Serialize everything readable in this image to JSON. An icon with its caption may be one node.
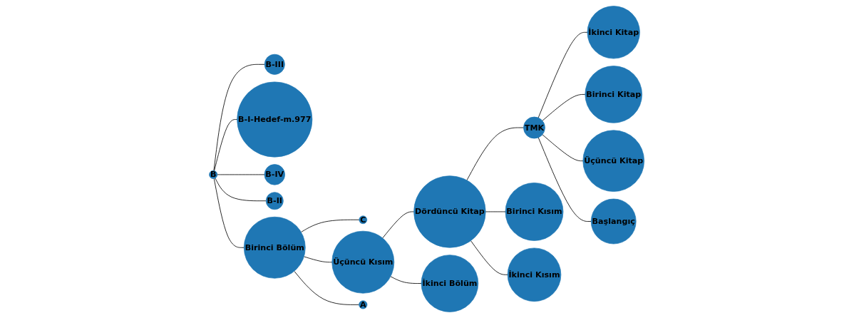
{
  "diagram": {
    "nodes": [
      {
        "text": [
          "B-III"
        ]
      },
      {
        "text": [
          "B-I-Hedef-m.977"
        ]
      },
      {
        "text": [
          "B-IV"
        ]
      },
      {
        "text": [
          "B"
        ]
      },
      {
        "text": [
          "B-II"
        ]
      },
      {
        "text": [
          "İkinci Kitap"
        ]
      },
      {
        "text": [
          "Birinci Kitap"
        ]
      },
      {
        "text": [
          "TMK"
        ]
      },
      {
        "text": [
          "Üçüncü Kitap"
        ]
      },
      {
        "text": [
          "Birinci Bölüm"
        ]
      },
      {
        "text": [
          "C"
        ]
      },
      {
        "text": [
          "Üçüncü Kısım"
        ]
      },
      {
        "text": [
          "Dördüncü Kitap"
        ]
      },
      {
        "text": [
          "Başlangıç"
        ]
      },
      {
        "text": [
          "A"
        ]
      },
      {
        "text": [
          "Birinci Kısım"
        ]
      },
      {
        "text": [
          "İkinci Bölüm"
        ]
      },
      {
        "text": [
          "İkinci Kısım"
        ]
      }
    ],
    "edges": [
      {
        "from": 3,
        "to": 0,
        "arrow": "none"
      },
      {
        "from": 3,
        "to": 1,
        "arrow": "none"
      },
      {
        "from": 3,
        "to": 2,
        "arrow": "none"
      },
      {
        "from": 3,
        "to": 4,
        "arrow": "none"
      },
      {
        "from": 3,
        "to": 9,
        "arrow": "none"
      },
      {
        "from": 9,
        "to": 10,
        "arrow": "none"
      },
      {
        "from": 9,
        "to": 14,
        "arrow": "none"
      },
      {
        "from": 9,
        "to": 11,
        "arrow": "none"
      },
      {
        "from": 11,
        "to": 16,
        "arrow": "none"
      },
      {
        "from": 11,
        "to": 12,
        "arrow": "none"
      },
      {
        "from": 12,
        "to": 15,
        "arrow": "none"
      },
      {
        "from": 12,
        "to": 17,
        "arrow": "none"
      },
      {
        "from": 12,
        "to": 7,
        "arrow": "none"
      },
      {
        "from": 7,
        "to": 5,
        "arrow": "none"
      },
      {
        "from": 7,
        "to": 6,
        "arrow": "none"
      },
      {
        "from": 7,
        "to": 8,
        "arrow": "none"
      },
      {
        "from": 7,
        "to": 13,
        "arrow": "none"
      }
    ]
  }
}
